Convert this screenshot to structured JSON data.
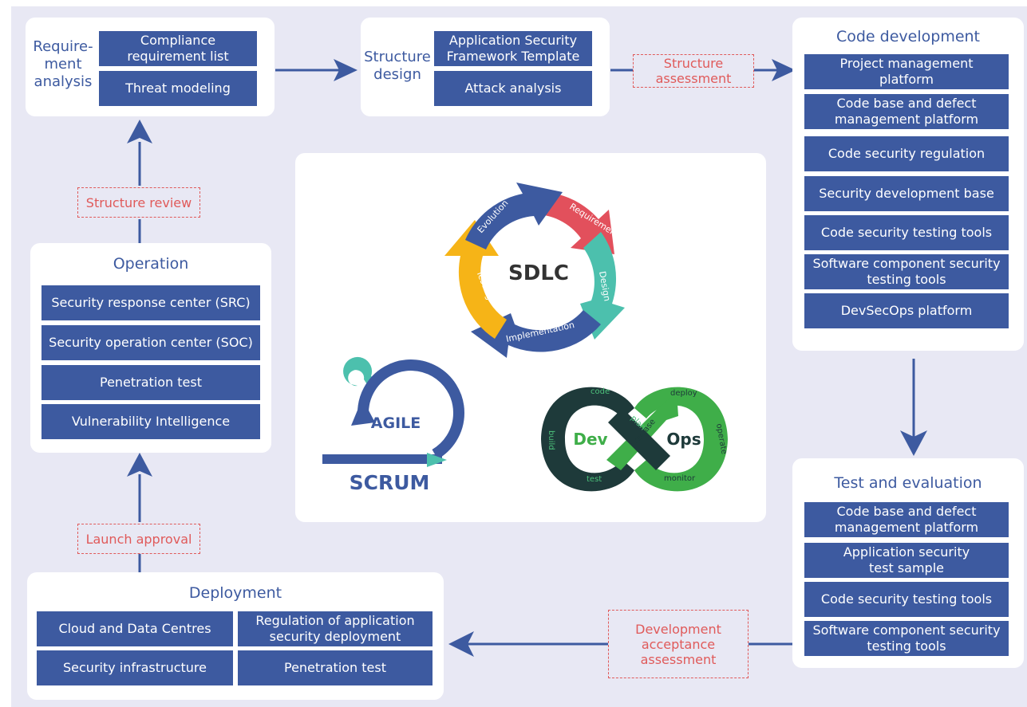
{
  "requirement_analysis": {
    "title": "Require-\nment\nanalysis",
    "items": [
      "Compliance\nrequirement list",
      "Threat modeling"
    ]
  },
  "structure_design": {
    "title": "Structure\ndesign",
    "items": [
      "Application Security\nFramework Template",
      "Attack analysis"
    ]
  },
  "code_development": {
    "title": "Code development",
    "items": [
      "Project management\nplatform",
      "Code base and defect\nmanagement platform",
      "Code security regulation",
      "Security development base",
      "Code security testing tools",
      "Software component security\ntesting tools",
      "DevSecOps platform"
    ]
  },
  "test_evaluation": {
    "title": "Test and evaluation",
    "items": [
      "Code base and defect\nmanagement platform",
      "Application security\ntest sample",
      "Code security testing tools",
      "Software component security\ntesting tools"
    ]
  },
  "deployment": {
    "title": "Deployment",
    "items": [
      "Cloud and Data Centres",
      "Regulation of application\nsecurity deployment",
      "Security infrastructure",
      "Penetration test"
    ]
  },
  "operation": {
    "title": "Operation",
    "items": [
      "Security response center (SRC)",
      "Security operation center (SOC)",
      "Penetration test",
      "Vulnerability Intelligence"
    ]
  },
  "gates": {
    "structure_assessment": "Structure\nassessment",
    "structure_review": "Structure review",
    "launch_approval": "Launch approval",
    "development_acceptance": "Development\nacceptance\nassessment"
  },
  "sdlc": {
    "center": "SDLC",
    "phases": [
      "Requirement Analysis",
      "Design",
      "Implementation",
      "Testing",
      "Evolution"
    ]
  },
  "agile": {
    "top": "AGILE",
    "bottom": "SCRUM"
  },
  "devops": {
    "dev": "Dev",
    "ops": "Ops",
    "stages": [
      "code",
      "plan",
      "build",
      "test",
      "release",
      "deploy",
      "operate",
      "monitor"
    ]
  },
  "colors": {
    "box": "#3d5aa0",
    "gate": "#e05a5a",
    "arrow": "#3d5aa0",
    "background": "#e8e8f4",
    "devops_dark": "#1e3a3a",
    "devops_green": "#3fae49"
  }
}
